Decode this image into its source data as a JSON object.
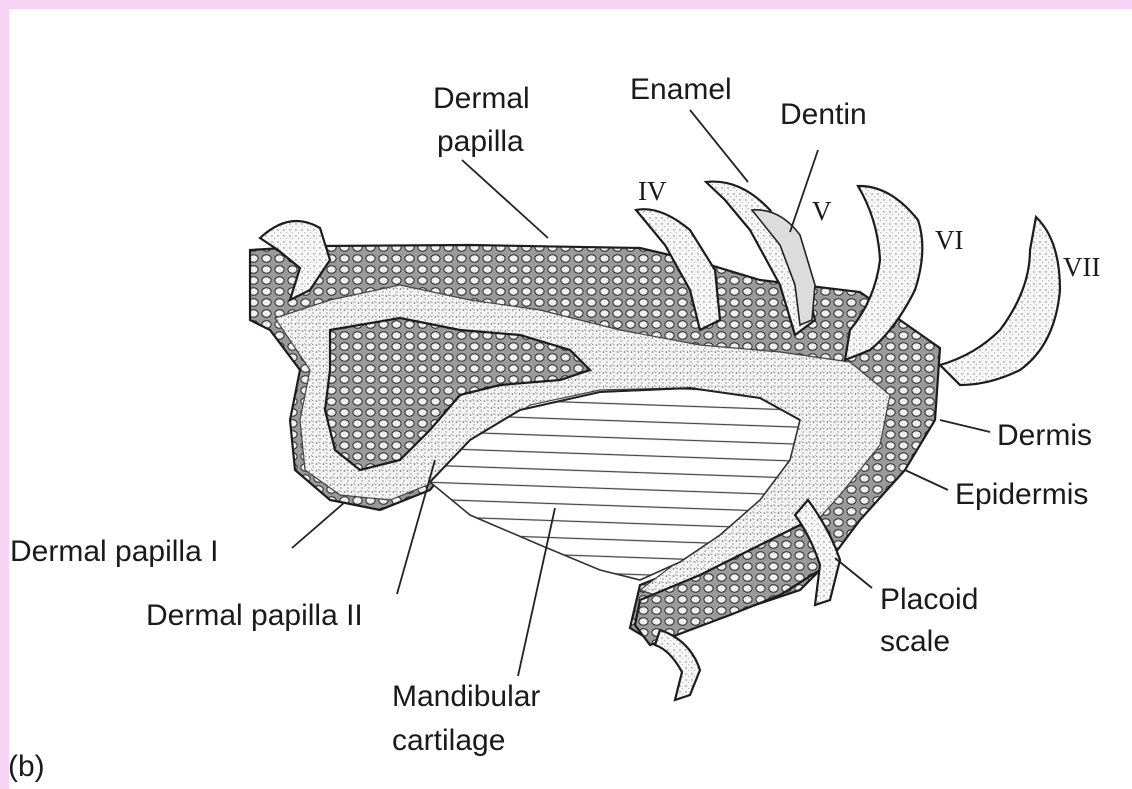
{
  "panel_letter": "(b)",
  "labels": {
    "dermal_papilla": [
      "Dermal",
      "papilla"
    ],
    "enamel": "Enamel",
    "dentin": "Dentin",
    "dermis": "Dermis",
    "epidermis": "Epidermis",
    "placoid_scale": [
      "Placoid",
      "scale"
    ],
    "mandibular_cartilage": [
      "Mandibular",
      "cartilage"
    ],
    "dermal_papilla_1": "Dermal papilla I",
    "dermal_papilla_2": "Dermal papilla II"
  },
  "tooth_numerals": [
    "IV",
    "V",
    "VI",
    "VII"
  ],
  "colors": {
    "frame": "#f8d2f4",
    "background": "#ffffff",
    "ink": "#1a1a1a",
    "cell_tissue": "#7a7a7a",
    "connective": "#e7e7e7"
  }
}
